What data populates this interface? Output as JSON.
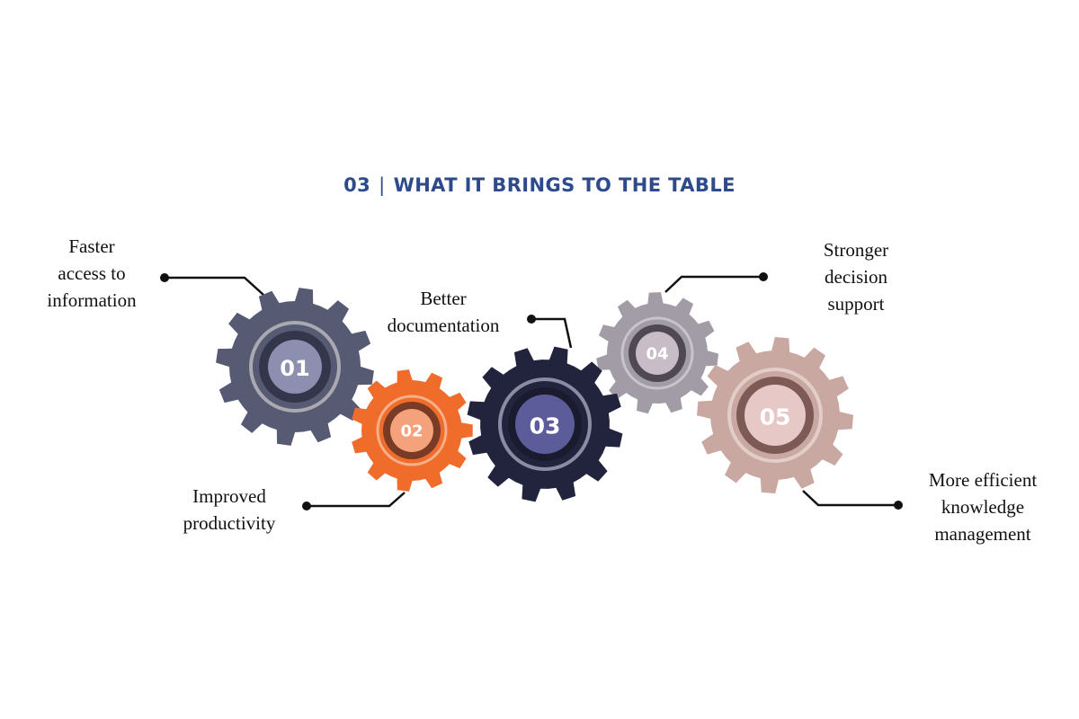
{
  "header": {
    "section_number": "03",
    "separator": "|",
    "title": "WHAT IT BRINGS TO THE TABLE"
  },
  "colors": {
    "title": "#2c4a8c",
    "gear_01": "#565a72",
    "gear_02": "#ef6c2b",
    "gear_03": "#22243e",
    "gear_04": "#a29ca6",
    "gear_05": "#c9a8a2"
  },
  "gears": [
    {
      "number": "01",
      "label": "Faster\naccess to\ninformation"
    },
    {
      "number": "02",
      "label": "Improved\nproductivity"
    },
    {
      "number": "03",
      "label": "Better\ndocumentation"
    },
    {
      "number": "04",
      "label": "Stronger\ndecision\nsupport"
    },
    {
      "number": "05",
      "label": "More efficient\nknowledge\nmanagement"
    }
  ]
}
